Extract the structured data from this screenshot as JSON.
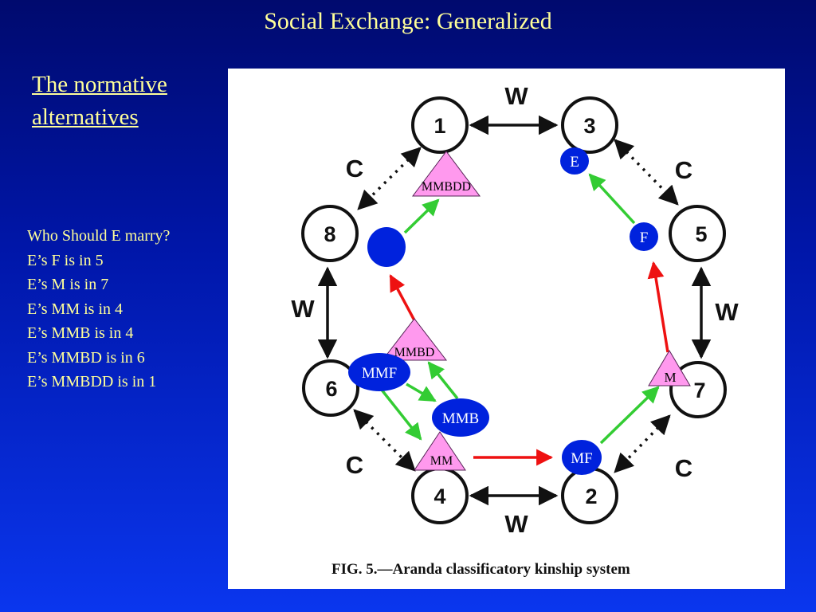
{
  "slide": {
    "title": "Social Exchange: Generalized",
    "subheading": [
      "The normative",
      "alternatives"
    ]
  },
  "notes": [
    "Who Should E marry?",
    "E’s F is in 5",
    "E’s M is in 7",
    "E’s MM is in 4",
    "E’s MMB is in 4",
    "E’s MMBD is in 6",
    "E’s MMBDD is in 1"
  ],
  "figure": {
    "caption": "FIG. 5.—Aranda classificatory kinship system",
    "sections": {
      "n1": "1",
      "n3": "3",
      "n5": "5",
      "n7": "7",
      "n2": "2",
      "n4": "4",
      "n6": "6",
      "n8": "8"
    },
    "relations": {
      "top": "W",
      "bottom": "W",
      "left": "W",
      "right": "W",
      "upper_left": "C",
      "upper_right": "C",
      "lower_left": "C",
      "lower_right": "C"
    },
    "persons": {
      "mmbdd": "MMBDD",
      "e": "E",
      "f": "F",
      "mmbd": "MMBD",
      "mmf": "MMF",
      "m": "M",
      "mmb": "MMB",
      "mm": "MM",
      "mf": "MF"
    },
    "colors": {
      "female": "#ff99ee",
      "male": "#0022dd",
      "descent_arrow": "#ee1111",
      "marriage_arrow": "#33cc33"
    }
  }
}
